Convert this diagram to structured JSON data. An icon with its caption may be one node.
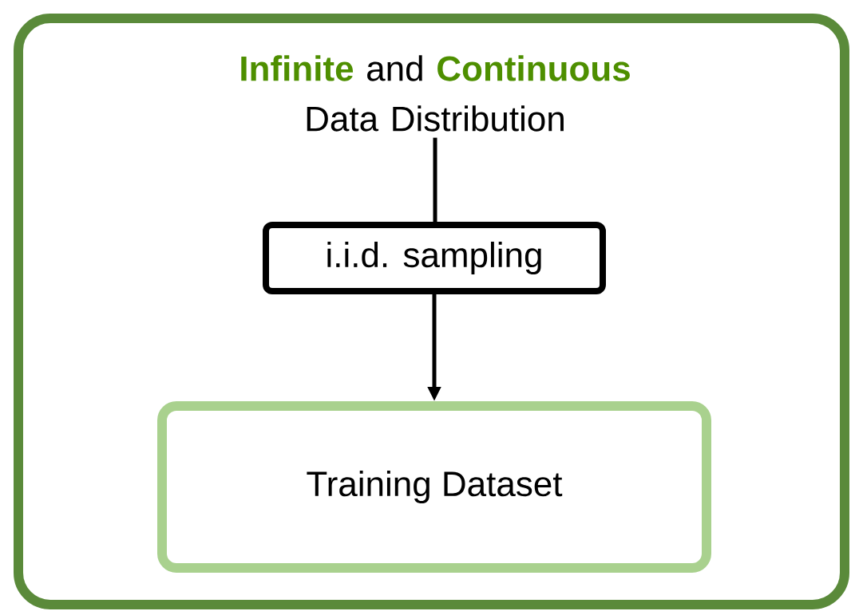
{
  "diagram": {
    "nodes": [
      {
        "text": [],
        "shape": "box"
      },
      {
        "text": [
          "**Infinite** and **Continuous** Data Distribution"
        ],
        "in": 0
      },
      {
        "text": [
          "i.i.d. sampling"
        ],
        "in": 0
      },
      {
        "text": [
          "Training Dataset"
        ],
        "in": 0
      }
    ],
    "edges": [
      {
        "from": 1,
        "to": 2,
        "arrow": "none"
      },
      {
        "from": 2,
        "to": 3,
        "arrow": "to"
      }
    ]
  }
}
